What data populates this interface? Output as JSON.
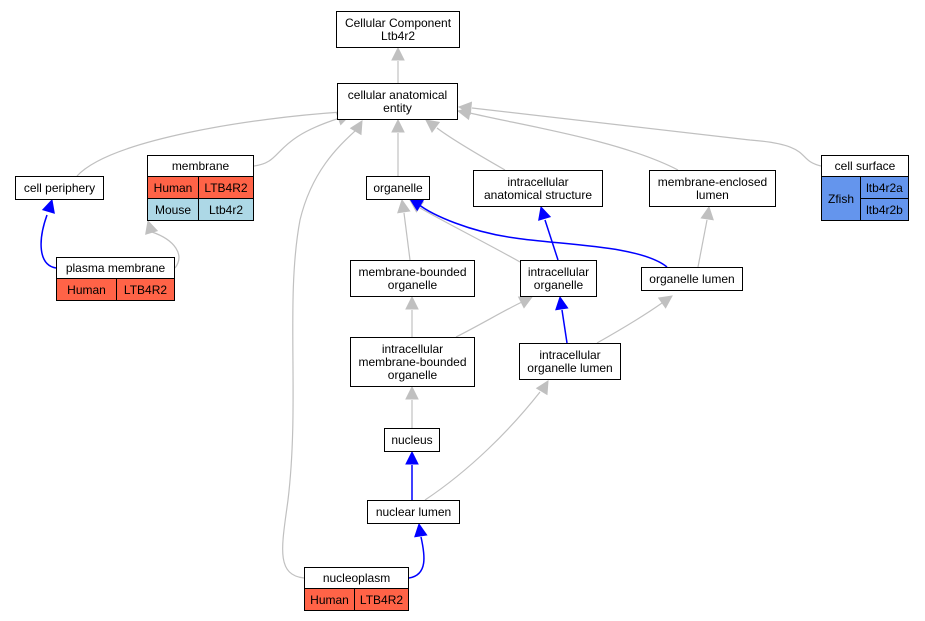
{
  "colors": {
    "human": "#ff6347",
    "mouse": "#add8e6",
    "zfish": "#6495ed",
    "edge_gray": "#c0c0c0",
    "edge_blue": "#0000ff"
  },
  "nodes": {
    "root": {
      "line1": "Cellular Component",
      "line2": "Ltb4r2"
    },
    "cae": {
      "line1": "cellular anatomical",
      "line2": "entity"
    },
    "cell_periphery": {
      "label": "cell periphery"
    },
    "membrane": {
      "label": "membrane",
      "human_species": "Human",
      "human_gene": "LTB4R2",
      "mouse_species": "Mouse",
      "mouse_gene": "Ltb4r2"
    },
    "organelle": {
      "label": "organelle"
    },
    "ias": {
      "line1": "intracellular",
      "line2": "anatomical structure"
    },
    "mel": {
      "line1": "membrane-enclosed",
      "line2": "lumen"
    },
    "cell_surface": {
      "label": "cell surface",
      "zfish_species": "Zfish",
      "gene_a": "ltb4r2a",
      "gene_b": "ltb4r2b"
    },
    "plasma_membrane": {
      "label": "plasma membrane",
      "human_species": "Human",
      "human_gene": "LTB4R2"
    },
    "mbo": {
      "line1": "membrane-bounded",
      "line2": "organelle"
    },
    "io": {
      "line1": "intracellular",
      "line2": "organelle"
    },
    "organelle_lumen": {
      "label": "organelle lumen"
    },
    "imbo": {
      "line1": "intracellular",
      "line2": "membrane-bounded",
      "line3": "organelle"
    },
    "iol": {
      "line1": "intracellular",
      "line2": "organelle lumen"
    },
    "nucleus": {
      "label": "nucleus"
    },
    "nuclear_lumen": {
      "label": "nuclear lumen"
    },
    "nucleoplasm": {
      "label": "nucleoplasm",
      "human_species": "Human",
      "human_gene": "LTB4R2"
    }
  }
}
